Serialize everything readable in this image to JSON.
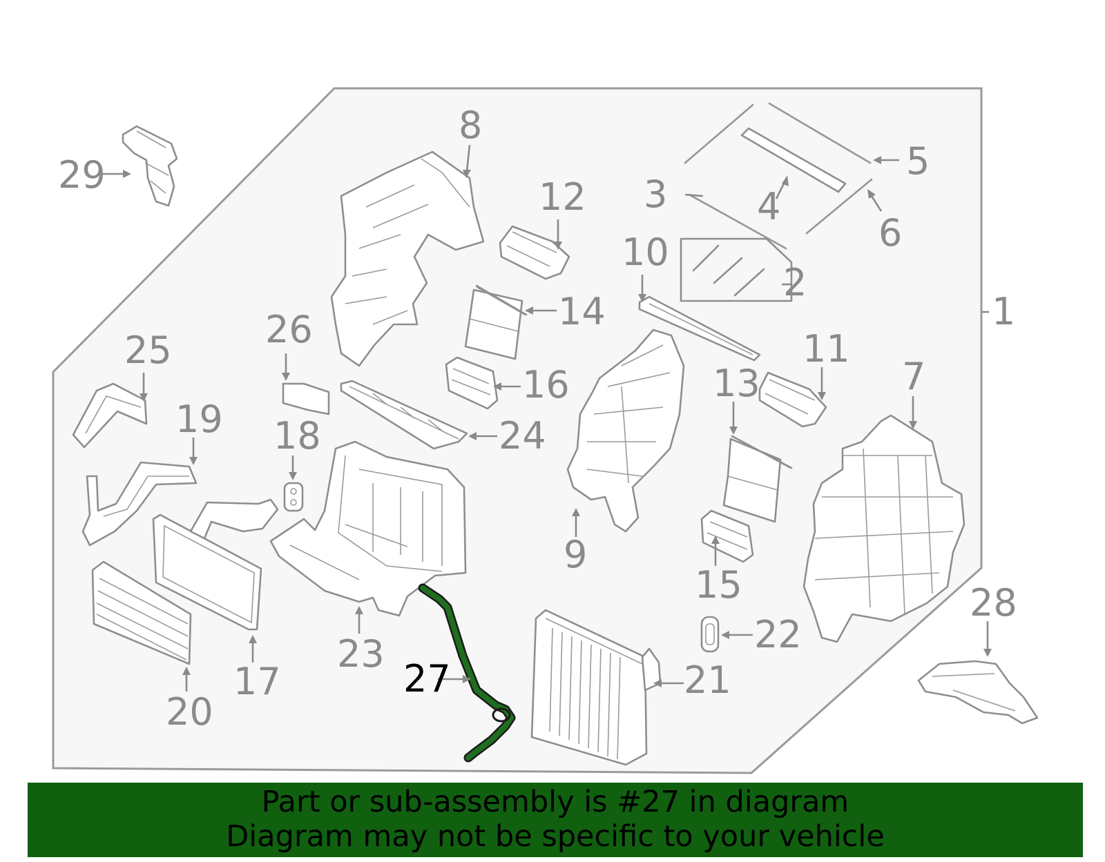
{
  "callouts": [
    "1",
    "2",
    "3",
    "4",
    "5",
    "6",
    "7",
    "8",
    "9",
    "10",
    "11",
    "12",
    "13",
    "14",
    "15",
    "16",
    "17",
    "18",
    "19",
    "20",
    "21",
    "22",
    "23",
    "24",
    "25",
    "26",
    "27",
    "28",
    "29"
  ],
  "highlighted_part": "27",
  "colors": {
    "highlight": "#1f5c1f",
    "banner": "#106010",
    "line": "#8e8e8e",
    "panel": "#f7f7f7"
  },
  "banner": {
    "line1": "Part or sub-assembly is #27 in diagram",
    "line2": "Diagram may not be specific to your vehicle"
  }
}
